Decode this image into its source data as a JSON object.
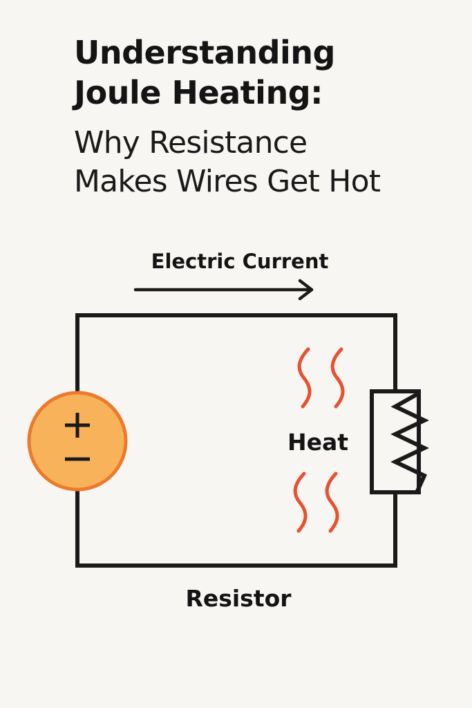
{
  "title": {
    "line1": "Understanding",
    "line2": "Joule Heating:",
    "line3": "Why Resistance",
    "line4": "Makes Wires Get Hot"
  },
  "diagram": {
    "current_label": "Electric Current",
    "heat_label": "Heat",
    "resistor_label": "Resistor",
    "battery_plus": "+",
    "battery_minus": "−",
    "colors": {
      "wire": "#1a1a1a",
      "battery_fill": "#f8b25a",
      "battery_stroke": "#ec7a2a",
      "heat_waves": "#e8502e",
      "background": "#f8f6f3"
    }
  }
}
